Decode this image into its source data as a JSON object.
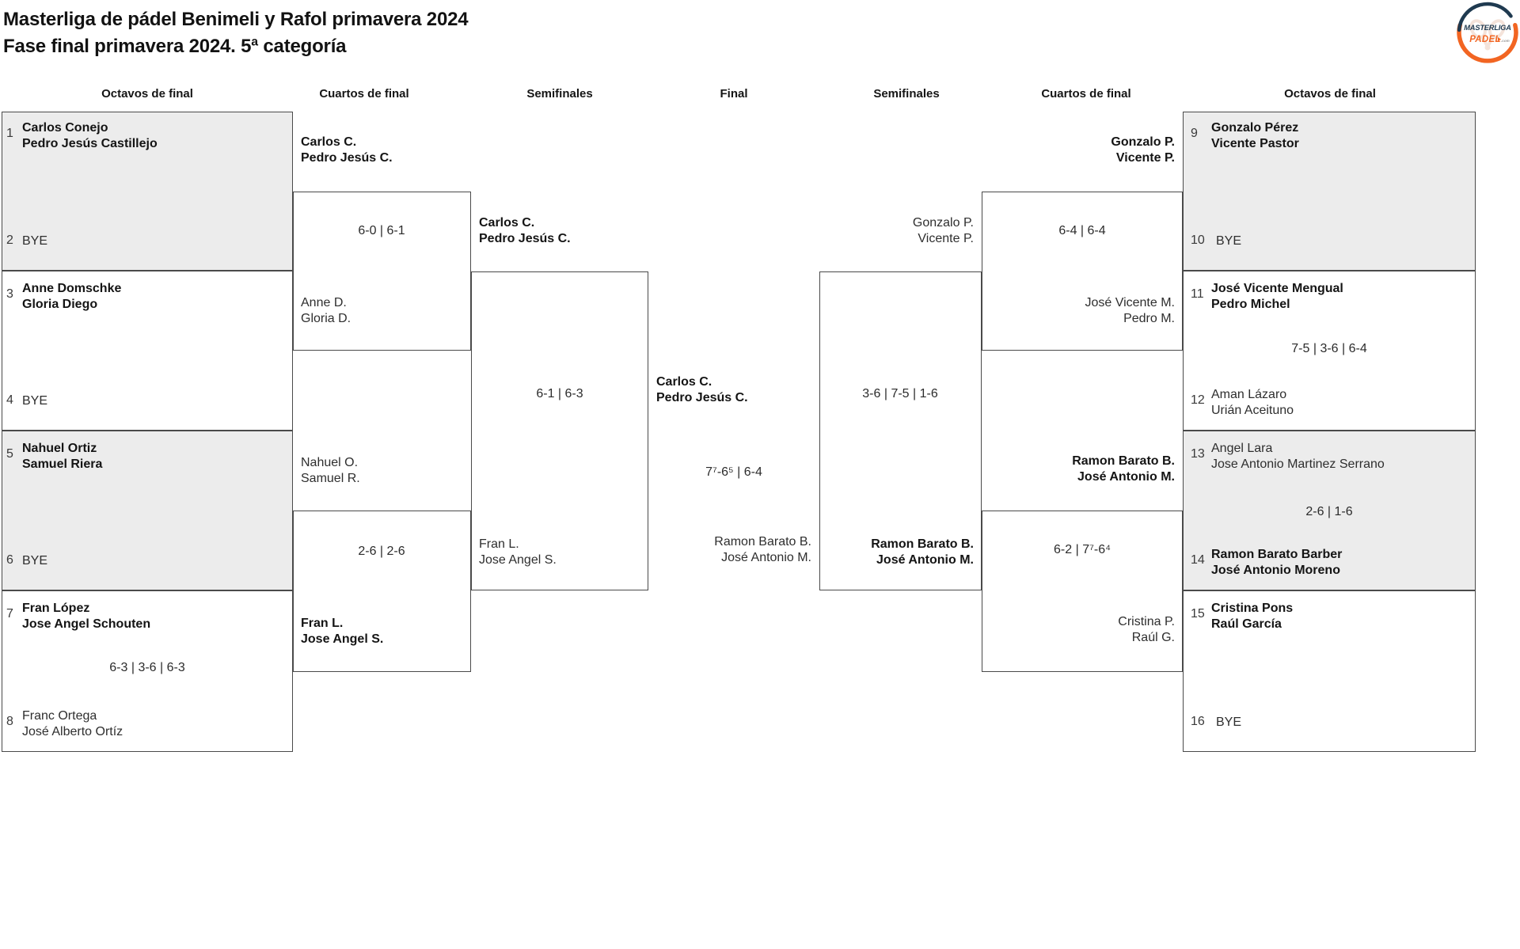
{
  "page": {
    "title_line1": "Masterliga de pádel Benimeli y Rafol primavera 2024",
    "title_line2": "Fase final primavera 2024. 5ª categoría"
  },
  "logo": {
    "top": "MASTERLIGA",
    "bottom": "PADEL",
    "suffix": ".com"
  },
  "colors": {
    "accent_orange": "#f26522",
    "navy": "#1f3a50",
    "box_gray": "#ececec",
    "border": "#4a4a4a"
  },
  "round_headers": {
    "octavos_left": "Octavos de final",
    "cuartos_left": "Cuartos de final",
    "semifinales_left": "Semifinales",
    "final": "Final",
    "semifinales_right": "Semifinales",
    "cuartos_right": "Cuartos de final",
    "octavos_right": "Octavos de final"
  },
  "teams": [
    {
      "seed": "1",
      "players": [
        "Carlos Conejo",
        "Pedro Jesús Castillejo"
      ],
      "winner": true
    },
    {
      "seed": "2",
      "players": [
        "BYE"
      ],
      "winner": false
    },
    {
      "seed": "3",
      "players": [
        "Anne Domschke",
        "Gloria Diego"
      ],
      "winner": true
    },
    {
      "seed": "4",
      "players": [
        "BYE"
      ],
      "winner": false
    },
    {
      "seed": "5",
      "players": [
        "Nahuel Ortiz",
        "Samuel Riera"
      ],
      "winner": true
    },
    {
      "seed": "6",
      "players": [
        "BYE"
      ],
      "winner": false
    },
    {
      "seed": "7",
      "players": [
        "Fran López",
        "Jose Angel Schouten"
      ],
      "winner": true
    },
    {
      "seed": "8",
      "players": [
        "Franc Ortega",
        "José Alberto Ortíz"
      ],
      "winner": false
    },
    {
      "seed": "9",
      "players": [
        "Gonzalo Pérez",
        "Vicente Pastor"
      ],
      "winner": true
    },
    {
      "seed": "10",
      "players": [
        "BYE"
      ],
      "winner": false
    },
    {
      "seed": "11",
      "players": [
        "José Vicente Mengual",
        "Pedro Michel"
      ],
      "winner": true
    },
    {
      "seed": "12",
      "players": [
        "Aman Lázaro",
        "Urián Aceituno"
      ],
      "winner": false
    },
    {
      "seed": "13",
      "players": [
        "Angel Lara",
        "Jose Antonio Martinez Serrano"
      ],
      "winner": false
    },
    {
      "seed": "14",
      "players": [
        "Ramon Barato Barber",
        "José Antonio Moreno"
      ],
      "winner": true
    },
    {
      "seed": "15",
      "players": [
        "Cristina Pons",
        "Raúl García"
      ],
      "winner": true
    },
    {
      "seed": "16",
      "players": [
        "BYE"
      ],
      "winner": false
    }
  ],
  "octavos_scores": {
    "left_match4": "6-3 | 3-6 | 6-3",
    "right_match2": "7-5 | 3-6 | 6-4",
    "right_match3": "2-6 | 1-6"
  },
  "cuartos": {
    "left1": {
      "top": {
        "p1": "Carlos C.",
        "p2": "Pedro Jesús C.",
        "winner": true
      },
      "bottom": {
        "p1": "Anne D.",
        "p2": "Gloria D.",
        "winner": false
      },
      "score": "6-0 | 6-1"
    },
    "left2": {
      "top": {
        "p1": "Nahuel O.",
        "p2": "Samuel R.",
        "winner": false
      },
      "bottom": {
        "p1": "Fran L.",
        "p2": "Jose Angel S.",
        "winner": true
      },
      "score": "2-6 | 2-6"
    },
    "right1": {
      "top": {
        "p1": "Gonzalo P.",
        "p2": "Vicente P.",
        "winner": true
      },
      "bottom": {
        "p1": "José Vicente M.",
        "p2": "Pedro M.",
        "winner": false
      },
      "score": "6-4 | 6-4"
    },
    "right2": {
      "top": {
        "p1": "Ramon Barato B.",
        "p2": "José Antonio M.",
        "winner": true
      },
      "bottom": {
        "p1": "Cristina P.",
        "p2": "Raúl G.",
        "winner": false
      },
      "score": "6-2 | 7⁷-6⁴"
    }
  },
  "semifinales": {
    "left": {
      "top": {
        "p1": "Carlos C.",
        "p2": "Pedro Jesús C.",
        "winner": true
      },
      "bottom": {
        "p1": "Fran L.",
        "p2": "Jose Angel S.",
        "winner": false
      },
      "score": "6-1 | 6-3"
    },
    "right": {
      "top": {
        "p1": "Gonzalo P.",
        "p2": "Vicente P.",
        "winner": false
      },
      "bottom": {
        "p1": "Ramon Barato B.",
        "p2": "José Antonio M.",
        "winner": true
      },
      "score": "3-6 | 7-5 | 1-6"
    }
  },
  "final": {
    "top": {
      "p1": "Carlos C.",
      "p2": "Pedro Jesús C.",
      "winner": true
    },
    "bottom": {
      "p1": "Ramon Barato B.",
      "p2": "José Antonio M.",
      "winner": false
    },
    "score": "7⁷-6⁵ | 6-4"
  }
}
